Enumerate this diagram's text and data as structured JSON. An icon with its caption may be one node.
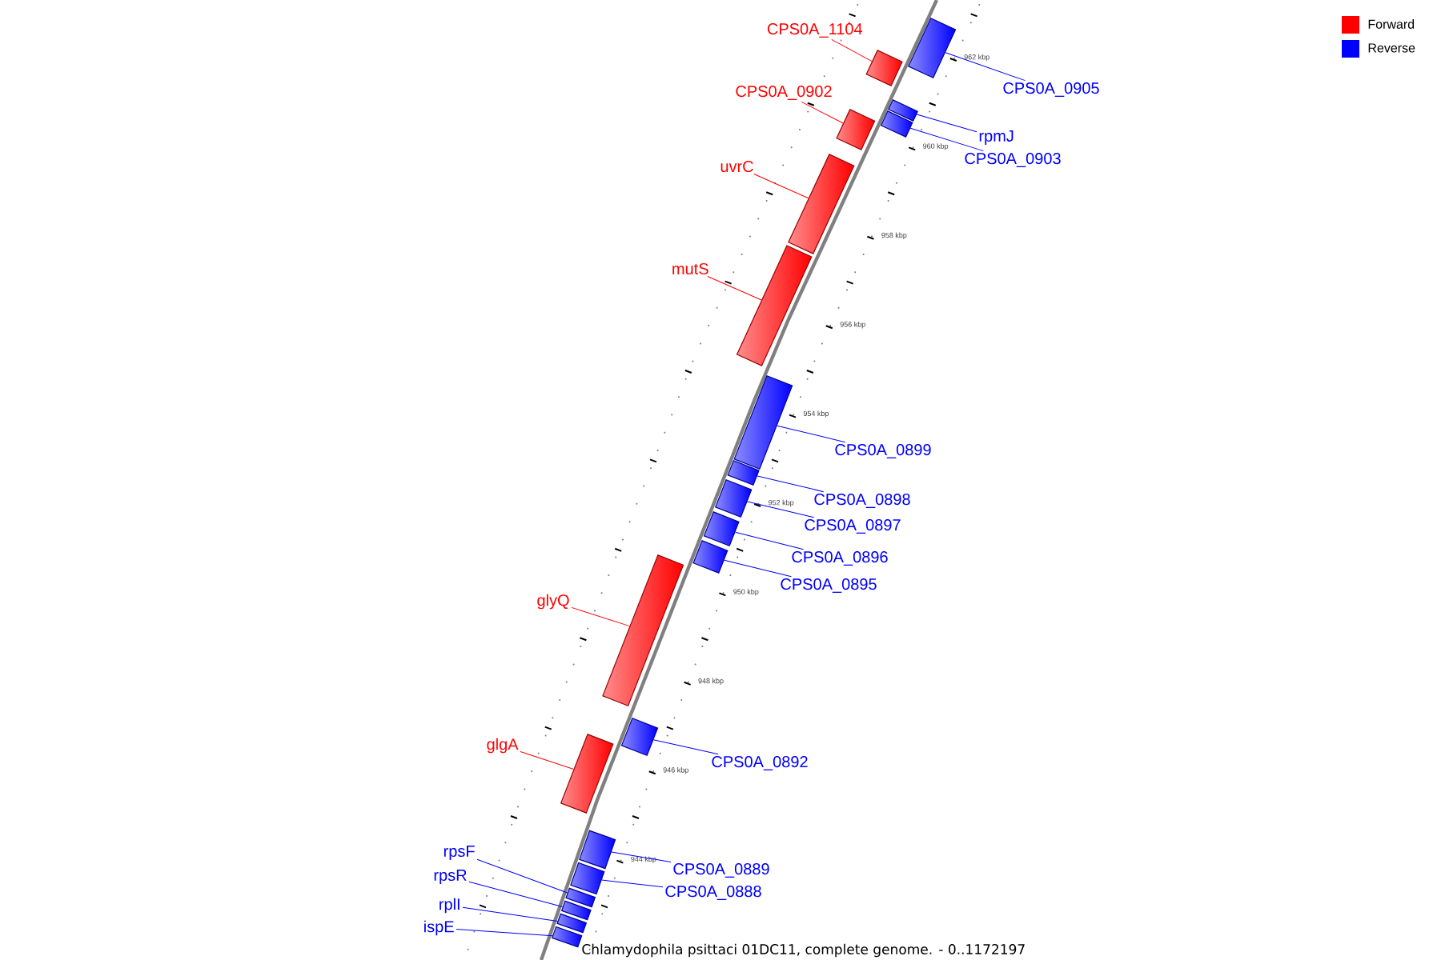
{
  "diagram": {
    "caption": "Chlamydophila psittaci 01DC11, complete genome. - 0..1172197",
    "nodes": [
      {
        "text": [
          "CPS0A_1104"
        ]
      },
      {
        "text": [],
        "shape": "bar"
      },
      {
        "text": [
          "CPS0A_0905"
        ]
      },
      {
        "text": [],
        "shape": "bar"
      },
      {
        "text": [
          "CPS0A_0902"
        ]
      },
      {
        "text": [],
        "shape": "bar"
      },
      {
        "text": [
          "rpmJ"
        ]
      },
      {
        "text": [],
        "shape": "bar"
      },
      {
        "text": [
          "CPS0A_0903"
        ]
      },
      {
        "text": [],
        "shape": "bar"
      },
      {
        "text": [
          "uvrC"
        ]
      },
      {
        "text": [],
        "shape": "bar"
      },
      {
        "text": [
          "mutS"
        ]
      },
      {
        "text": [],
        "shape": "bar"
      },
      {
        "text": [
          "CPS0A_0899"
        ]
      },
      {
        "text": [],
        "shape": "bar"
      },
      {
        "text": [
          "CPS0A_0898"
        ]
      },
      {
        "text": [],
        "shape": "bar"
      },
      {
        "text": [
          "CPS0A_0897"
        ]
      },
      {
        "text": [],
        "shape": "bar"
      },
      {
        "text": [
          "CPS0A_0896"
        ]
      },
      {
        "text": [],
        "shape": "bar"
      },
      {
        "text": [
          "CPS0A_0895"
        ]
      },
      {
        "text": [],
        "shape": "bar"
      },
      {
        "text": [
          "glyQ"
        ]
      },
      {
        "text": [],
        "shape": "bar"
      },
      {
        "text": [
          "CPS0A_0892"
        ]
      },
      {
        "text": [],
        "shape": "bar"
      },
      {
        "text": [
          "glgA"
        ]
      },
      {
        "text": [],
        "shape": "bar"
      },
      {
        "text": [
          "CPS0A_0889"
        ]
      },
      {
        "text": [],
        "shape": "bar"
      },
      {
        "text": [
          "CPS0A_0888"
        ]
      },
      {
        "text": [],
        "shape": "bar"
      },
      {
        "text": [
          "rpsF"
        ]
      },
      {
        "text": [],
        "shape": "bar"
      },
      {
        "text": [
          "rpsR"
        ]
      },
      {
        "text": [],
        "shape": "bar"
      },
      {
        "text": [
          "rplI"
        ]
      },
      {
        "text": [],
        "shape": "bar"
      },
      {
        "text": [
          "ispE"
        ]
      },
      {
        "text": [],
        "shape": "bar"
      }
    ],
    "edges": [
      {
        "from": 0,
        "to": 1,
        "arrow": "none",
        "color": "#ff0000"
      },
      {
        "from": 2,
        "to": 3,
        "arrow": "none"
      },
      {
        "from": 4,
        "to": 5,
        "arrow": "none",
        "color": "#ff0000"
      },
      {
        "from": 6,
        "to": 7,
        "arrow": "none"
      },
      {
        "from": 8,
        "to": 9,
        "arrow": "none"
      },
      {
        "from": 10,
        "to": 11,
        "arrow": "none",
        "color": "#ff0000"
      },
      {
        "from": 12,
        "to": 13,
        "arrow": "none",
        "color": "#ff0000"
      },
      {
        "from": 14,
        "to": 15,
        "arrow": "none"
      },
      {
        "from": 16,
        "to": 17,
        "arrow": "none"
      },
      {
        "from": 18,
        "to": 19,
        "arrow": "none"
      },
      {
        "from": 20,
        "to": 21,
        "arrow": "none"
      },
      {
        "from": 22,
        "to": 23,
        "arrow": "none"
      },
      {
        "from": 24,
        "to": 25,
        "arrow": "none",
        "color": "#ff0000"
      },
      {
        "from": 26,
        "to": 27,
        "arrow": "none"
      },
      {
        "from": 28,
        "to": 29,
        "arrow": "none",
        "color": "#ff0000"
      },
      {
        "from": 30,
        "to": 31,
        "arrow": "none"
      },
      {
        "from": 32,
        "to": 33,
        "arrow": "none"
      },
      {
        "from": 34,
        "to": 35,
        "arrow": "none"
      },
      {
        "from": 36,
        "to": 37,
        "arrow": "none"
      },
      {
        "from": 38,
        "to": 39,
        "arrow": "none"
      },
      {
        "from": 40,
        "to": 41,
        "arrow": "none"
      }
    ],
    "labels": [
      "962 kbp",
      "960 kbp",
      "958 kbp",
      "956 kbp",
      "954 kbp",
      "952 kbp",
      "950 kbp",
      "948 kbp",
      "946 kbp",
      "944 kbp"
    ],
    "legend": [
      {
        "text": "Forward",
        "color": "#ff0000"
      },
      {
        "text": "Reverse",
        "color": "#0000ff"
      }
    ]
  }
}
